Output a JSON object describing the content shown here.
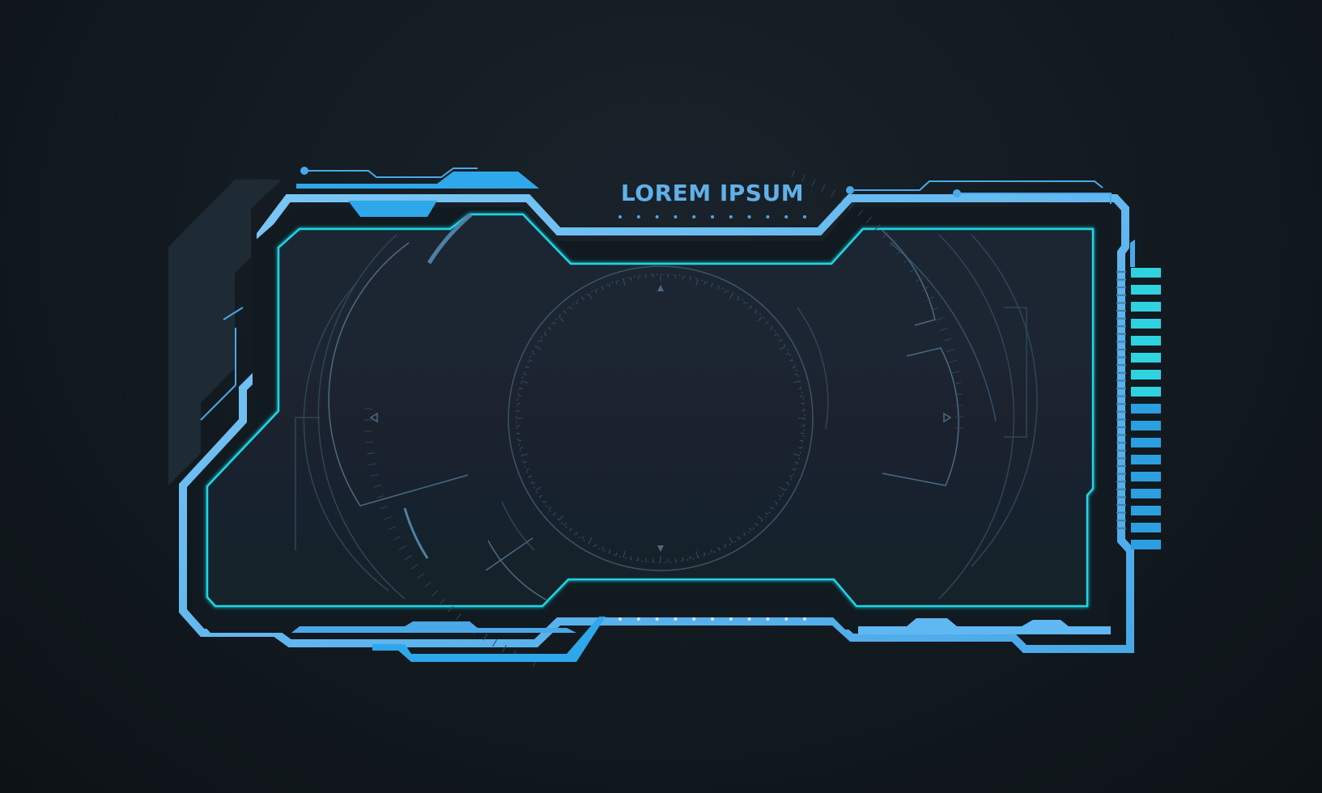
{
  "title": "LOREM IPSUM",
  "colors": {
    "background": "#121a20",
    "frame_outer": "#5fb8f2",
    "frame_inner": "#1ed6e6",
    "accent_blue": "#2ea8ea",
    "panel_fill": "#1b2631",
    "side_panel": "#1f2b35",
    "reticle_line": "#3f5a6e",
    "bar_cyan": "#2fd3e0",
    "bar_blue": "#2b9fe0"
  },
  "level_bars": {
    "total": 17,
    "cyan_count": 8
  },
  "title_dots": 11,
  "bottom_dots": 11
}
